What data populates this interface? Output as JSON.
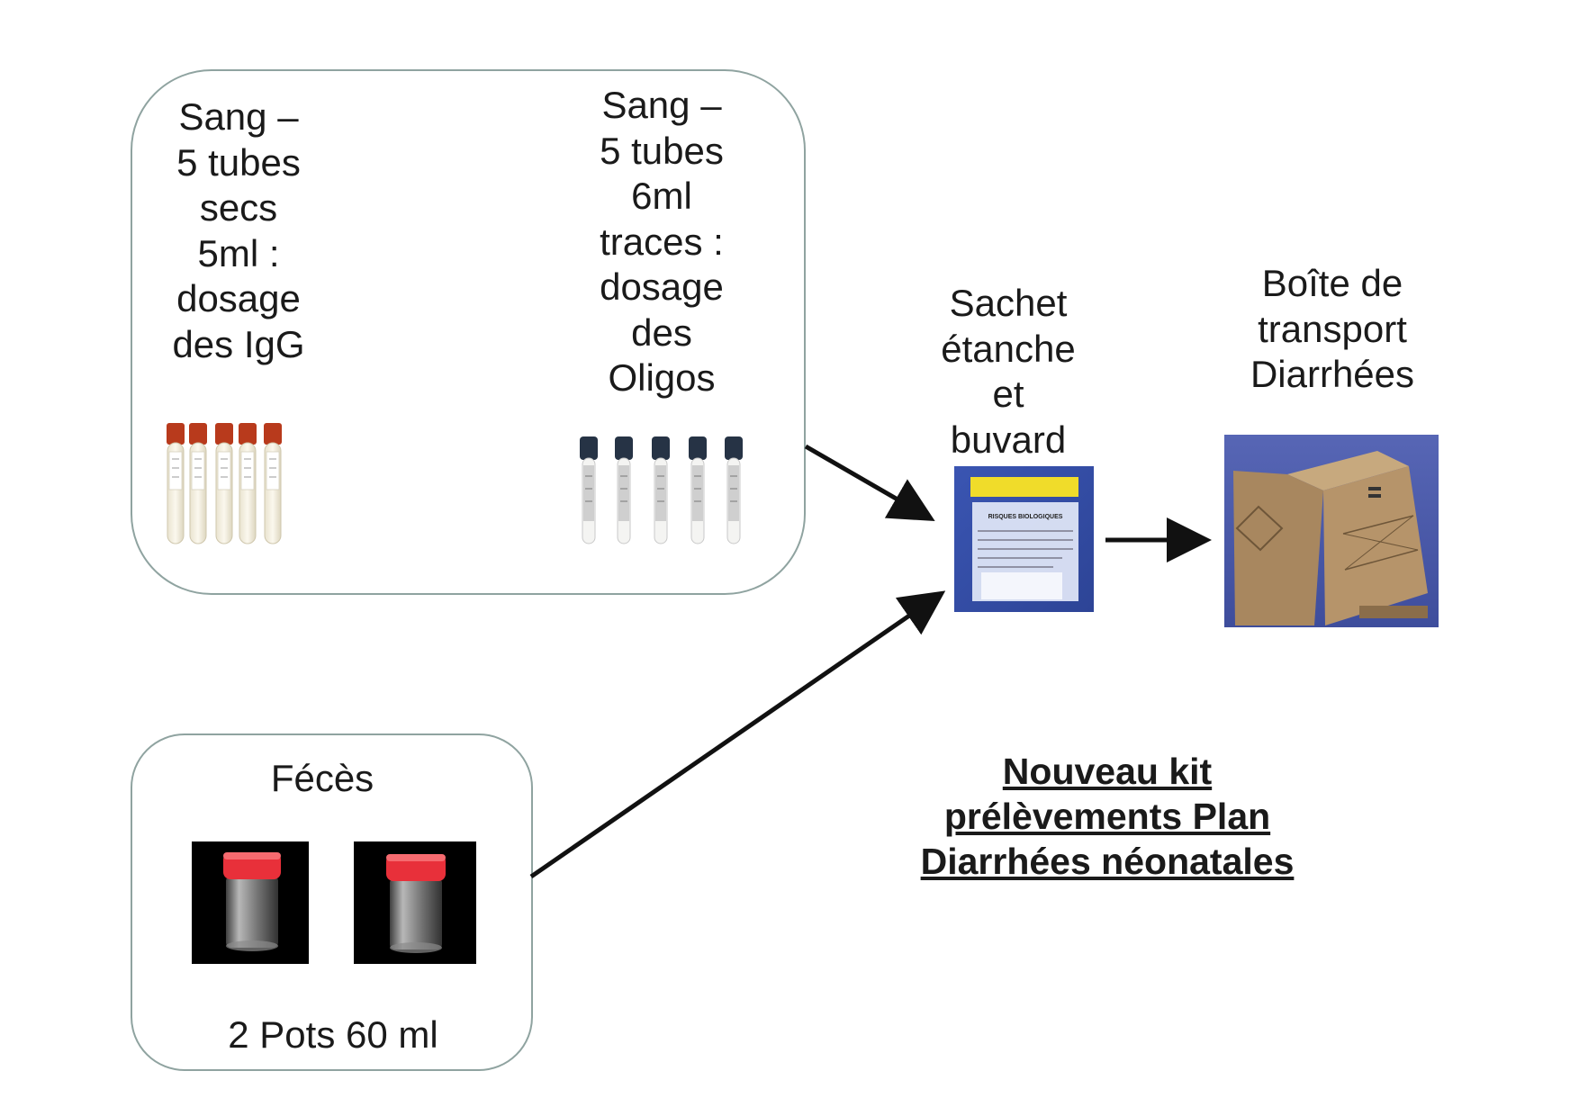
{
  "blood_kit": {
    "dry_tubes_label": "Sang –\n5 tubes\nsecs\n5ml :\ndosage\ndes IgG",
    "trace_tubes_label": "Sang –\n5 tubes\n6ml\ntraces :\ndosage\ndes\nOligos"
  },
  "stool_kit": {
    "title": "Fécès",
    "pots_label": "2 Pots 60 ml"
  },
  "bag": {
    "label": "Sachet\nétanche\net\nbuvard",
    "print_heading": "RISQUES BIOLOGIQUES"
  },
  "transport_box": {
    "label": "Boîte de\ntransport\nDiarrhées"
  },
  "kit_title": "Nouveau kit\nprélèvements Plan\nDiarrhées néonatales",
  "colors": {
    "box_border": "#8fa3a0",
    "dry_tube_cap": "#b83a1c",
    "trace_tube_cap": "#263345",
    "pot_cap": "#e8303a",
    "bag_tape": "#f0dc2a",
    "bag_background": "#3d56b0",
    "cardboard": "#a8875f"
  }
}
